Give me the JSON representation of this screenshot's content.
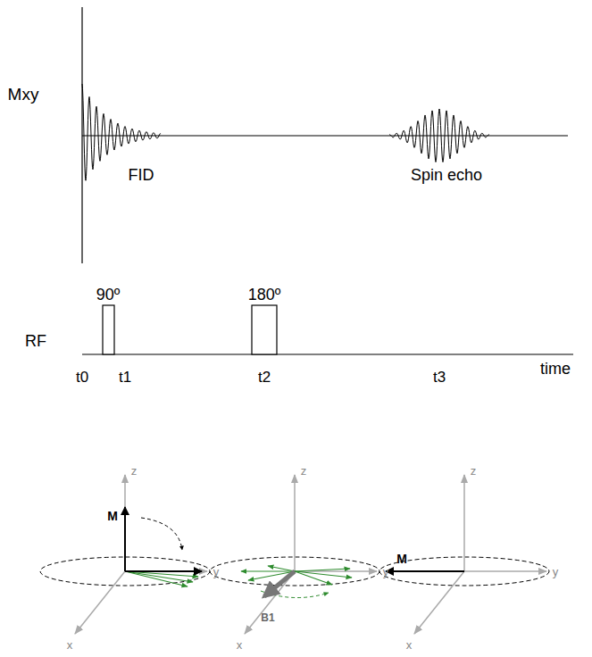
{
  "diagram": {
    "labels": [
      "Mxy",
      "FID",
      "Spin echo",
      "90º",
      "180º",
      "RF",
      "t0",
      "t1",
      "t2",
      "t3",
      "time",
      "z",
      "y",
      "x",
      "M",
      "z",
      "y",
      "x",
      "B1",
      "z",
      "y",
      "x",
      "M"
    ]
  }
}
